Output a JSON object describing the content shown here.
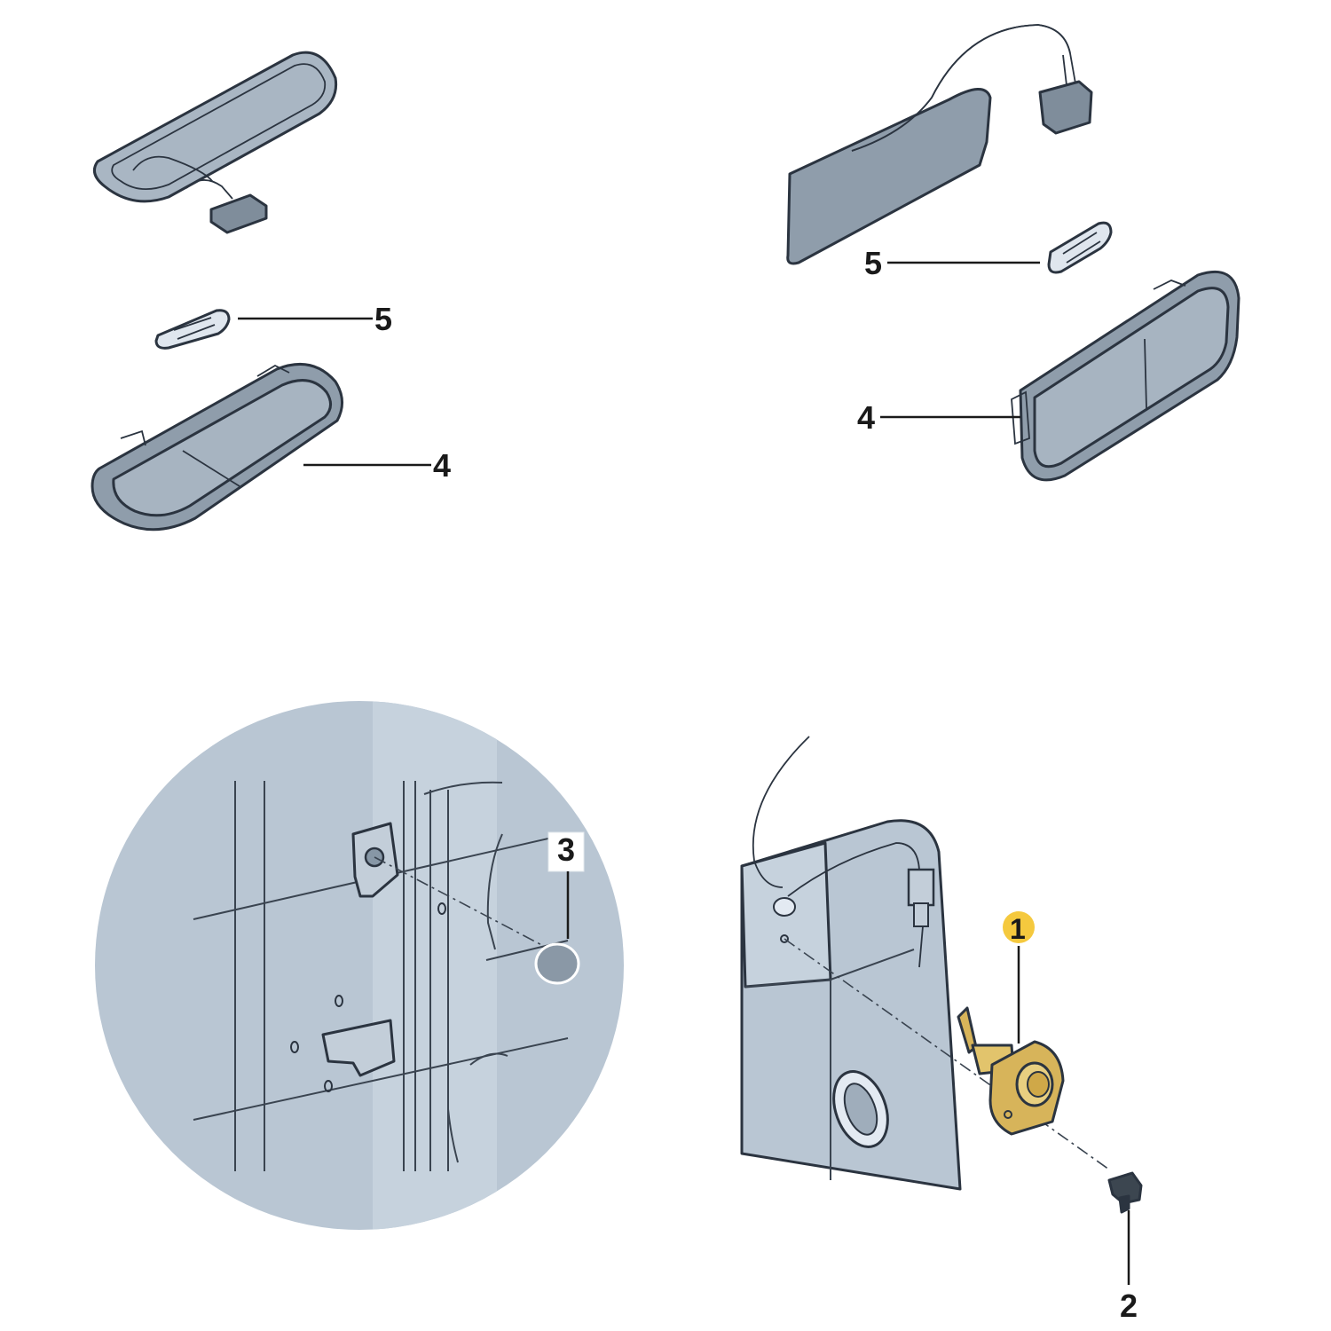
{
  "colors": {
    "part_fill": "#9fadbb",
    "part_fill_light": "#c3ced9",
    "part_fill_dark": "#7f8d9b",
    "detail_fill": "#b9c6d3",
    "highlight": "#f5c93e",
    "switch_gold": "#d7b45a"
  },
  "callouts": {
    "c1": "1",
    "c2": "2",
    "c3": "3",
    "c4_left": "4",
    "c5_left": "5",
    "c4_right": "4",
    "c5_right": "5"
  },
  "icons": {
    "left_lamp_lens": "interior-lamp-lens-icon",
    "left_lamp_housing": "interior-lamp-housing-icon",
    "bulb": "festoon-bulb-icon",
    "door_contact_switch": "door-contact-switch-icon",
    "screw": "screw-icon",
    "plug": "plug-icon"
  }
}
